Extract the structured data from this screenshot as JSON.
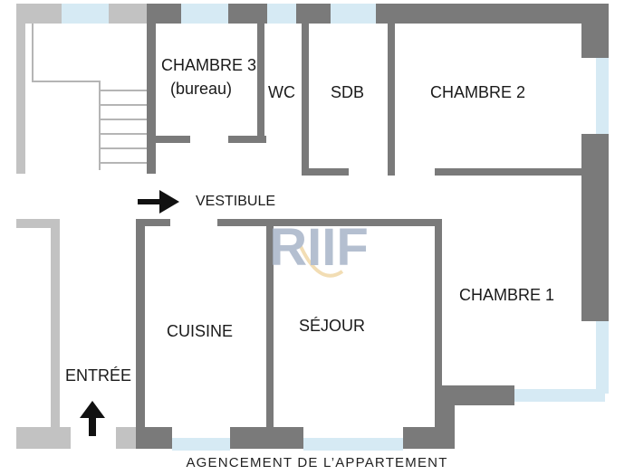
{
  "plan": {
    "caption": "AGENCEMENT DE L’APPARTEMENT",
    "rooms": {
      "chambre3": "CHAMBRE 3",
      "chambre3_sub": "(bureau)",
      "wc": "WC",
      "sdb": "SDB",
      "chambre2": "CHAMBRE 2",
      "vestibule": "VESTIBULE",
      "chambre1": "CHAMBRE 1",
      "cuisine": "CUISINE",
      "sejour": "SÉJOUR",
      "entree": "ENTRÉE"
    },
    "watermark": "RIIF",
    "colors": {
      "interior_wall": "#7a7a7a",
      "exterior_light": "#c2c2c2",
      "window": "#d6eaf4",
      "watermark": "#a8b4c8",
      "watermark_arc": "#f0d8a8"
    }
  }
}
